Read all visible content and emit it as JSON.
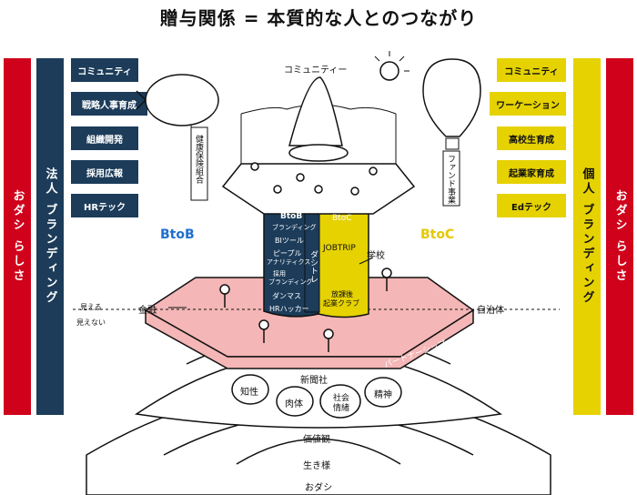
{
  "title": "贈与関係 = 本質的な人とのつながり",
  "left": {
    "outer_bar": "おダシ らしさ",
    "inner_bar": "法人 ブランディング",
    "tags": [
      "コミュニティ",
      "戦略人事育成",
      "組織開発",
      "採用広報",
      "HRテック"
    ],
    "blimp_label": "健康保険組合",
    "section": "BtoB"
  },
  "right": {
    "outer_bar": "おダシ らしさ",
    "inner_bar": "個人 ブランディング",
    "tags": [
      "コミュニティ",
      "ワーケーション",
      "高校生育成",
      "起業家育成",
      "Edテック"
    ],
    "balloon_label": "ファンド事業",
    "section": "BtoC"
  },
  "center": {
    "community": "コミュニティー",
    "btob_pillar": [
      "BtoB",
      "ブランディング",
      "BIツール",
      "ピープル",
      "アナリティクス",
      "採用",
      "ブランディング",
      "ダンマス",
      "HRハッカー"
    ],
    "dashitore": "ダシトレ",
    "btoc_pillar": [
      "BtoC",
      "JOBTRIP",
      "放課後",
      "起業クラブ"
    ],
    "gakkou": "学校",
    "kinyu": "金融",
    "jichitai": "自治体",
    "mieru": "見える",
    "mienai": "見えない",
    "partnership": "パートナーシップ",
    "shinbunsha": "新聞社",
    "circles": [
      "知性",
      "肉体",
      "社会情緒",
      "精神"
    ],
    "layers": [
      "価値観",
      "生き様",
      "おダシ"
    ]
  },
  "colors": {
    "navy": "#1c3c5a",
    "yellow": "#e6d200",
    "red": "#d0021b",
    "pink": "#f4b6b6",
    "blue_text": "#1e6fd0",
    "yellow_text": "#e6c800"
  }
}
